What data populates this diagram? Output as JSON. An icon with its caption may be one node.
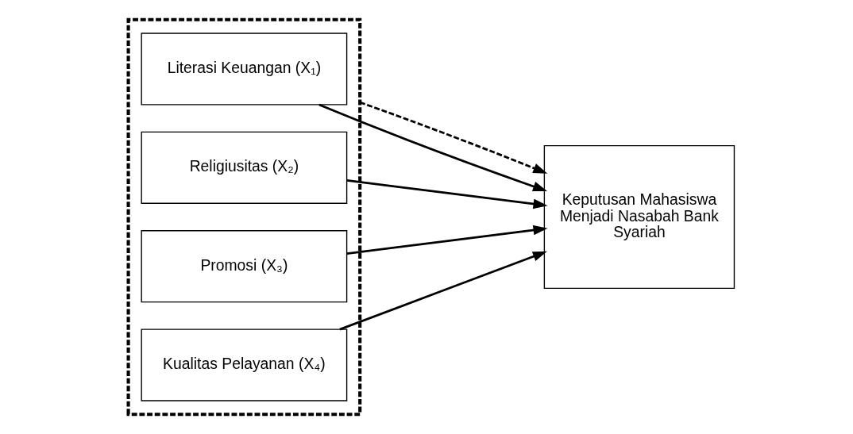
{
  "diagram": {
    "nodes": [
      {
        "text": [],
        "shape": "box"
      },
      {
        "text": [
          "Literasi Keuangan (X₁)"
        ],
        "in": 0
      },
      {
        "text": [
          "Religiusitas (X₂)"
        ],
        "in": 0
      },
      {
        "text": [
          "Promosi (X₃)"
        ],
        "in": 0
      },
      {
        "text": [
          "Kualitas Pelayanan (X₄)"
        ],
        "in": 0
      },
      {
        "text": [
          "Keputusan Mahasiswa Menjadi Nasabah Bank Syariah"
        ]
      }
    ],
    "edges": [
      {
        "from": 1,
        "to": 5,
        "arrow": "to"
      },
      {
        "from": 2,
        "to": 5,
        "arrow": "to"
      },
      {
        "from": 3,
        "to": 5,
        "arrow": "to"
      },
      {
        "from": 4,
        "to": 5,
        "arrow": "to"
      },
      {
        "from": 0,
        "to": 5,
        "arrow": "to",
        "style": "dashed"
      }
    ]
  }
}
